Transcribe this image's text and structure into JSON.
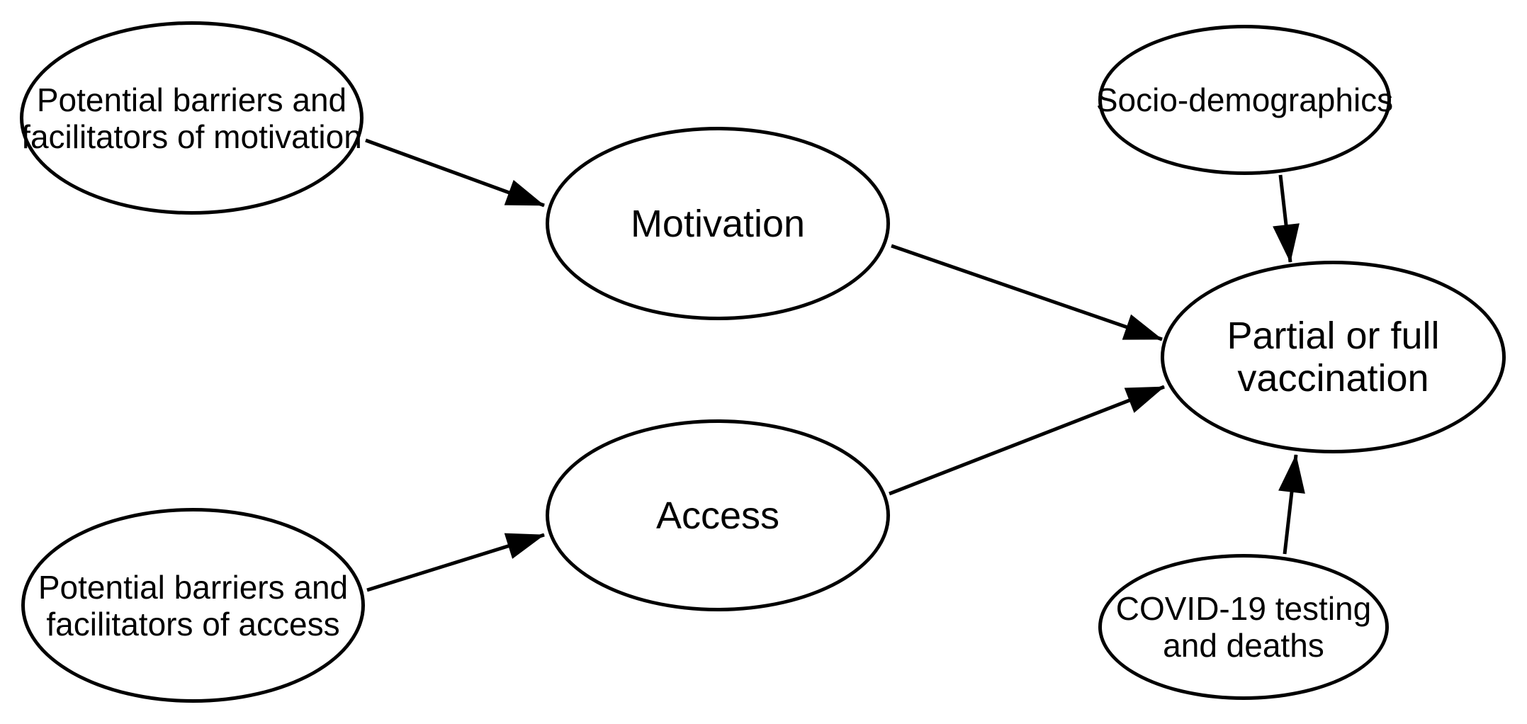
{
  "diagram": {
    "background_color": "#ffffff",
    "line_color": "#000000",
    "text_color": "#000000",
    "nodes": {
      "barriers_motivation": {
        "label": "Potential barriers and facilitators of motivation",
        "lines": [
          "Potential barriers and",
          "facilitators of motivation"
        ]
      },
      "motivation": {
        "label": "Motivation",
        "lines": [
          "Motivation"
        ]
      },
      "socio_demographics": {
        "label": "Socio-demographics",
        "lines": [
          "Socio-demographics"
        ]
      },
      "vaccination": {
        "label": "Partial or full vaccination",
        "lines": [
          "Partial or full",
          "vaccination"
        ]
      },
      "access": {
        "label": "Access",
        "lines": [
          "Access"
        ]
      },
      "barriers_access": {
        "label": "Potential barriers and facilitators of access",
        "lines": [
          "Potential barriers and",
          "facilitators of access"
        ]
      },
      "covid_testing_deaths": {
        "label": "COVID-19 testing and deaths",
        "lines": [
          "COVID-19 testing",
          "and deaths"
        ]
      }
    },
    "edges": [
      {
        "from": "barriers_motivation",
        "to": "motivation"
      },
      {
        "from": "motivation",
        "to": "vaccination"
      },
      {
        "from": "socio_demographics",
        "to": "vaccination"
      },
      {
        "from": "barriers_access",
        "to": "access"
      },
      {
        "from": "access",
        "to": "vaccination"
      },
      {
        "from": "covid_testing_deaths",
        "to": "vaccination"
      }
    ]
  }
}
